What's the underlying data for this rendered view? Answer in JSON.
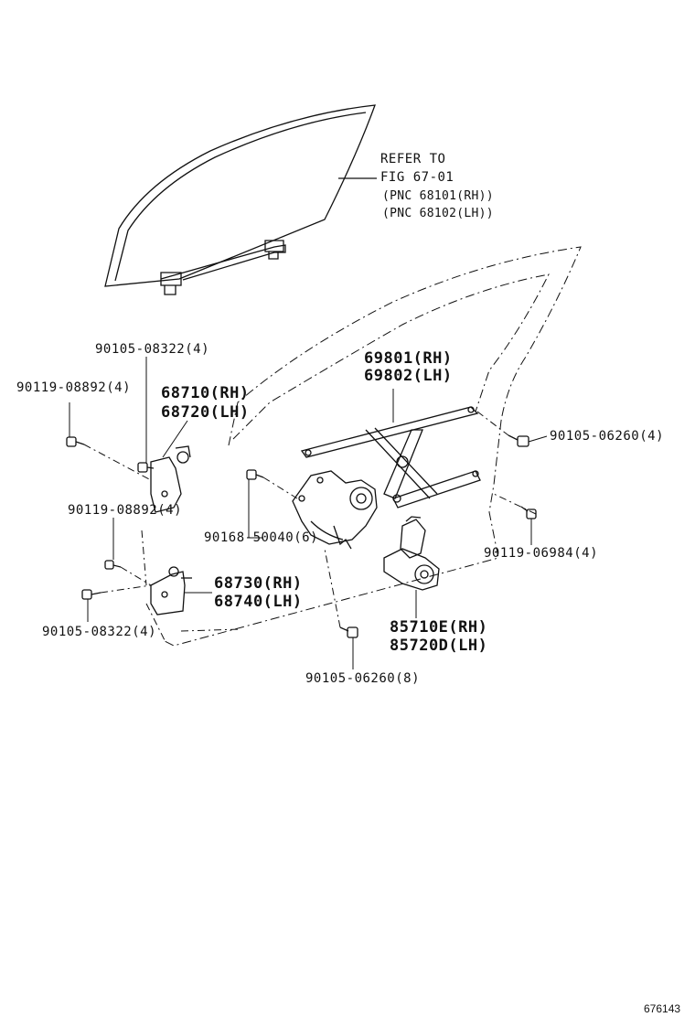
{
  "refer_note": {
    "line1": "REFER TO",
    "line2": "FIG 67-01",
    "line3": "(PNC 68101(RH))",
    "line4": "(PNC 68102(LH))"
  },
  "parts": {
    "bolt_upper_hinge": "90105-08322(4)",
    "bolt_upper_left": "90119-08892(4)",
    "hinge_upper_rh": "68710(RH)",
    "hinge_upper_lh": "68720(LH)",
    "bolt_mid_left": "90119-08892(4)",
    "bolt_regulator_left": "90168-50040(6)",
    "hinge_lower_rh": "68730(RH)",
    "hinge_lower_lh": "68740(LH)",
    "bolt_lower_hinge": "90105-08322(4)",
    "regulator_rh": "69801(RH)",
    "regulator_lh": "69802(LH)",
    "bolt_regulator_right": "90105-06260(4)",
    "bolt_right_lower": "90119-06984(4)",
    "motor_rh": "85710E(RH)",
    "motor_lh": "85720D(LH)",
    "bolt_motor": "90105-06260(8)"
  },
  "figure_number": "676143"
}
